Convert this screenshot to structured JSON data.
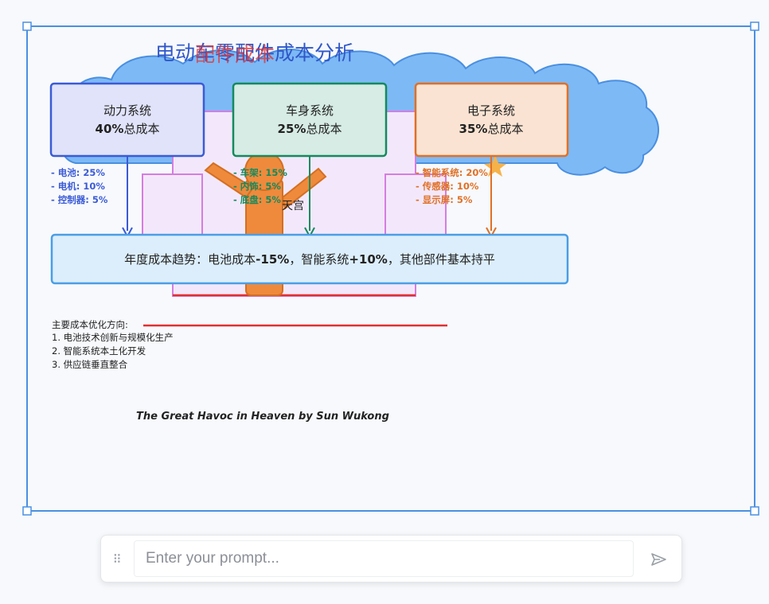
{
  "diagram": {
    "title": "电动车零配件成本分析",
    "title_overlay": "配件成本",
    "boxes": [
      {
        "name": "动力系统",
        "pct": "40%",
        "suffix": "总成本",
        "color": "#3b5bd6"
      },
      {
        "name": "车身系统",
        "pct": "25%",
        "suffix": "总成本",
        "color": "#138a5e"
      },
      {
        "name": "电子系统",
        "pct": "35%",
        "suffix": "总成本",
        "color": "#e07026"
      }
    ],
    "bullets": {
      "power": [
        "- 电池: 25%",
        "- 电机: 10%",
        "- 控制器: 5%"
      ],
      "body": [
        "- 车架: 15%",
        "- 内饰: 5%",
        "- 底盘: 5%"
      ],
      "electronic": [
        "- 智能系统: 20%",
        "- 传感器: 10%",
        "- 显示屏: 5%"
      ]
    },
    "stray_label": "天宫",
    "trend": {
      "prefix": "年度成本趋势：电池成本",
      "battery": "-15%",
      "mid": "，智能系统",
      "smart": "+10%",
      "suffix": "，其他部件基本持平"
    },
    "notes": {
      "heading": "主要成本优化方向:",
      "items": [
        "1. 电池技术创新与规模化生产",
        "2. 智能系统本土化开发",
        "3. 供应链垂直整合"
      ]
    },
    "signature": "The Great Havoc in Heaven by Sun Wukong",
    "colors": {
      "cloud": "#7db9f5",
      "cloud_stroke": "#4a8fe0",
      "palace": "#f3e8fb",
      "palace_stroke": "#d67de0",
      "figure": "#ef8a3c",
      "red_line": "#e03131",
      "selection": "#4a90e2"
    }
  },
  "prompt": {
    "placeholder": "Enter your prompt...",
    "drag_icon": "drag-handle-icon",
    "send_icon": "send-icon"
  }
}
